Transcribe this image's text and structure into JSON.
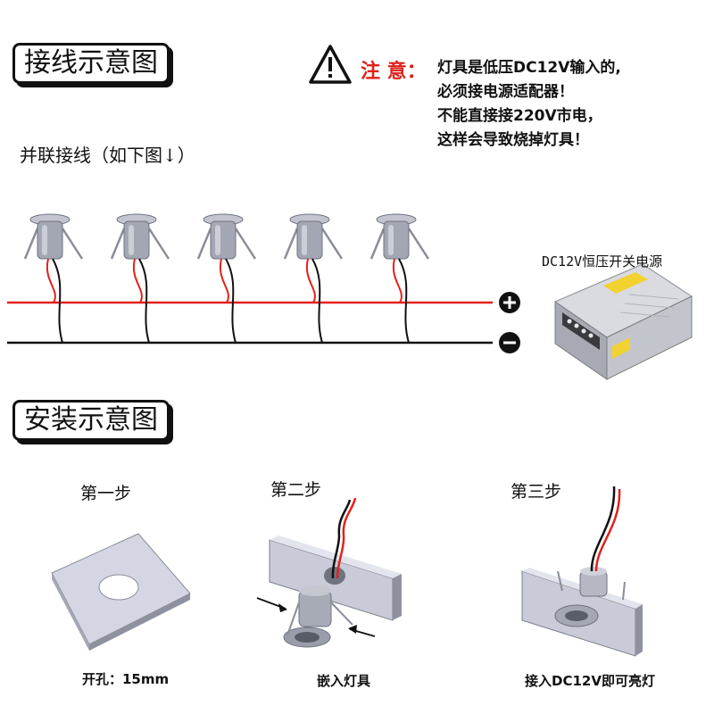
{
  "wiring": {
    "title": "接线示意图",
    "subtitle": "并联接线（如下图↓）",
    "psu_label": "DC12V恒压开关电源",
    "plus_symbol": "+",
    "minus_symbol": "−",
    "lamp_count": 5
  },
  "warning": {
    "title": "注 意：",
    "lines": [
      "灯具是低压DC12V输入的,",
      "必须接电源适配器！",
      "不能直接接220V市电，",
      "这样会导致烧掉灯具！"
    ]
  },
  "install": {
    "title": "安装示意图",
    "steps": [
      {
        "label": "第一步",
        "caption": "开孔：15mm"
      },
      {
        "label": "第二步",
        "caption": "嵌入灯具"
      },
      {
        "label": "第三步",
        "caption": "接入DC12V即可亮灯"
      }
    ]
  },
  "colors": {
    "red_wire": "#e4211b",
    "black_wire": "#111111",
    "warning_red": "#e0201b",
    "metal": "#9aa0ad",
    "plate": "#c9ccd8",
    "psu_yellow": "#f2d230"
  }
}
